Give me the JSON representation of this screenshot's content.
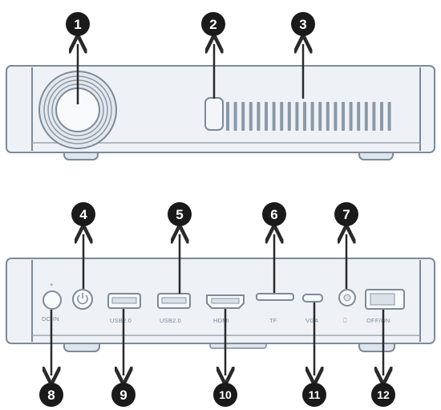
{
  "callouts": [
    {
      "num": "1"
    },
    {
      "num": "2"
    },
    {
      "num": "3"
    },
    {
      "num": "4"
    },
    {
      "num": "5"
    },
    {
      "num": "6"
    },
    {
      "num": "7"
    },
    {
      "num": "8"
    },
    {
      "num": "9"
    },
    {
      "num": "10"
    },
    {
      "num": "11"
    },
    {
      "num": "12"
    }
  ],
  "rear_panel": {
    "dc_label": "DC-IN",
    "usb1_label": "USB2.0",
    "usb2_label": "USB2.0",
    "hdmi_label": "HDMI",
    "tf_label": "TF",
    "micro_usb_label": "VGA",
    "audio_label": "⎕",
    "ethernet_label": "OFF/ON"
  },
  "colors": {
    "outline": "#7d8a99",
    "panel_fill": "#eef2f7",
    "callout_fill": "#1a1a1a",
    "arrow": "#2a2a2a"
  }
}
